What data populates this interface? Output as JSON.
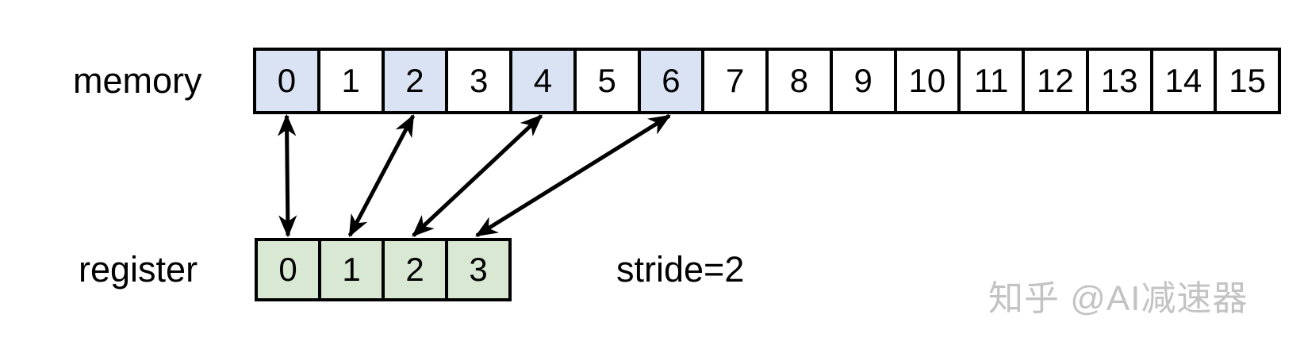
{
  "labels": {
    "memory": "memory",
    "register": "register",
    "stride": "stride=2"
  },
  "watermark": {
    "text": "知乎 @AI减速器"
  },
  "memory_row": {
    "cells": [
      {
        "value": "0",
        "highlighted": true
      },
      {
        "value": "1",
        "highlighted": false
      },
      {
        "value": "2",
        "highlighted": true
      },
      {
        "value": "3",
        "highlighted": false
      },
      {
        "value": "4",
        "highlighted": true
      },
      {
        "value": "5",
        "highlighted": false
      },
      {
        "value": "6",
        "highlighted": true
      },
      {
        "value": "7",
        "highlighted": false
      },
      {
        "value": "8",
        "highlighted": false
      },
      {
        "value": "9",
        "highlighted": false
      },
      {
        "value": "10",
        "highlighted": false
      },
      {
        "value": "11",
        "highlighted": false
      },
      {
        "value": "12",
        "highlighted": false
      },
      {
        "value": "13",
        "highlighted": false
      },
      {
        "value": "14",
        "highlighted": false
      },
      {
        "value": "15",
        "highlighted": false
      }
    ]
  },
  "register_row": {
    "cells": [
      {
        "value": "0"
      },
      {
        "value": "1"
      },
      {
        "value": "2"
      },
      {
        "value": "3"
      }
    ]
  },
  "arrows": [
    {
      "memory_cell": 0,
      "register_cell": 0,
      "bidirectional": true
    },
    {
      "memory_cell": 2,
      "register_cell": 1,
      "bidirectional": true
    },
    {
      "memory_cell": 4,
      "register_cell": 2,
      "bidirectional": true
    },
    {
      "memory_cell": 6,
      "register_cell": 3,
      "bidirectional": true
    }
  ],
  "colors": {
    "memory_highlight": "#dae3f3",
    "register_fill": "#d9e8d2",
    "border": "#000000",
    "arrow": "#000000",
    "watermark_gray": "#c3c3c3"
  }
}
